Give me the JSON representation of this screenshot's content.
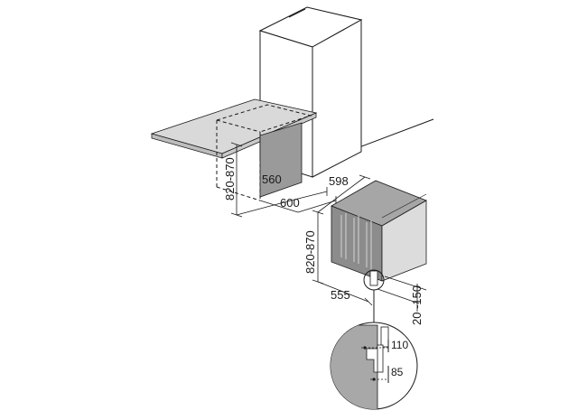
{
  "dimensions": {
    "niche_height": "820-870",
    "niche_depth": "560",
    "niche_width": "600",
    "appliance_width": "598",
    "appliance_height": "820-870",
    "appliance_depth": "555",
    "plinth_height": "20 -150",
    "detail_upper": "110",
    "detail_lower": "85"
  },
  "colors": {
    "line": "#1a1a1a",
    "worktop_top": "#d9d9d9",
    "worktop_edge": "#bdbdbd",
    "niche_back": "#9a9a9a",
    "appliance_top": "#a6a6a6",
    "appliance_front": "#8c8c8c",
    "appliance_side": "#dcdcdc",
    "detail_fill": "#a8a8a8"
  }
}
